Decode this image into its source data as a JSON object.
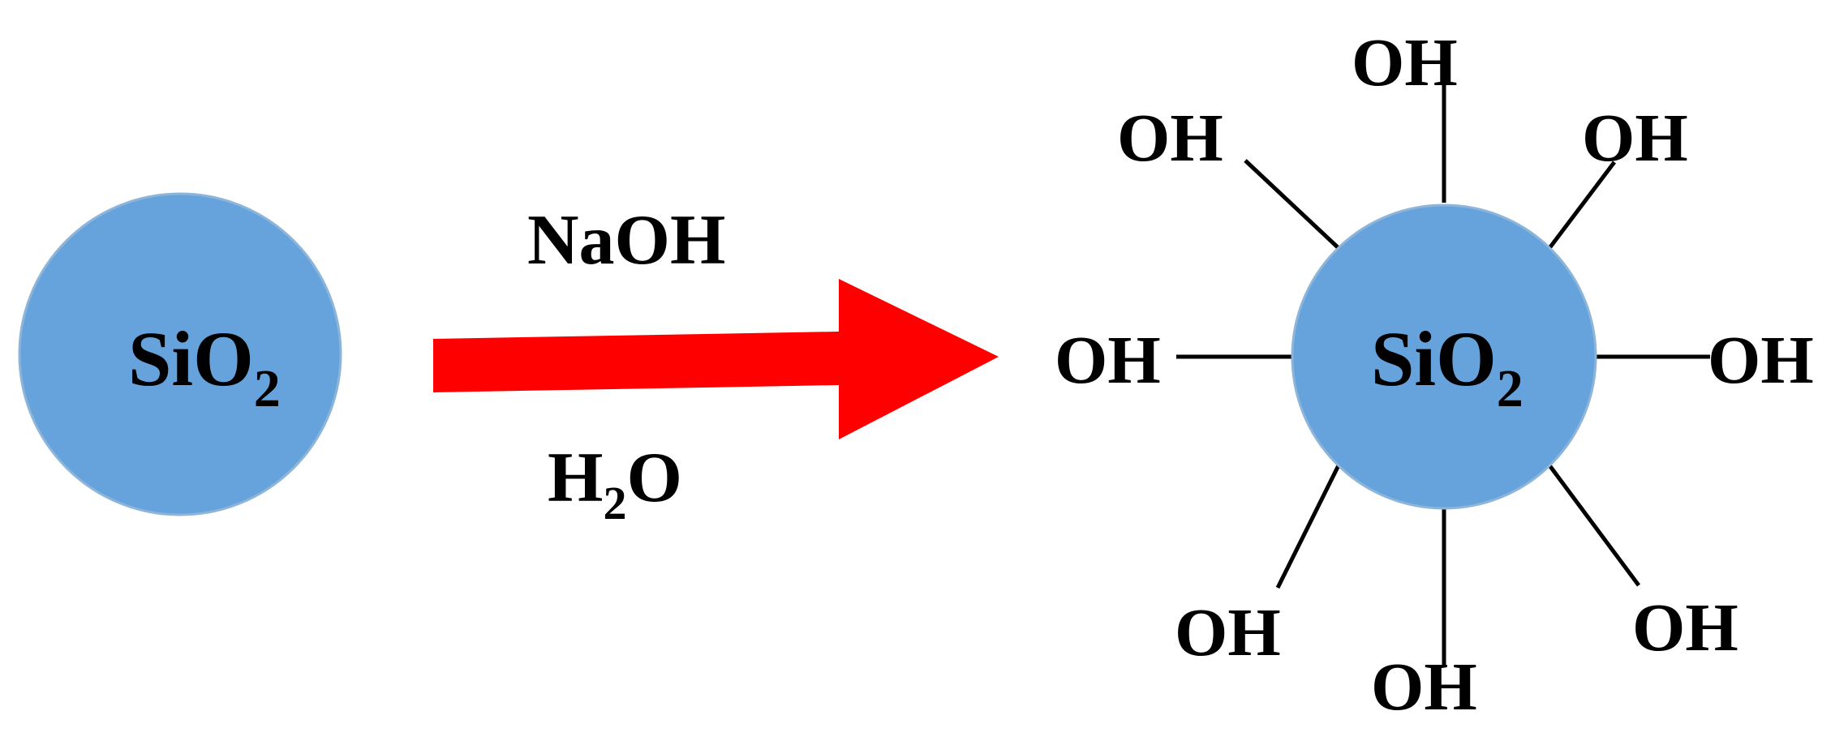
{
  "reactant": {
    "formula_base": "SiO",
    "formula_subscript": "2"
  },
  "reagents": {
    "above_arrow": "NaOH",
    "below_arrow_base": "H",
    "below_arrow_subscript": "2",
    "below_arrow_tail": "O"
  },
  "product": {
    "formula_base": "SiO",
    "formula_subscript": "2",
    "group_label": "OH"
  },
  "colors": {
    "particle_fill": "#66a3dc",
    "particle_edge": "#8db5d9",
    "arrow": "#ff0000",
    "text": "#000000"
  }
}
